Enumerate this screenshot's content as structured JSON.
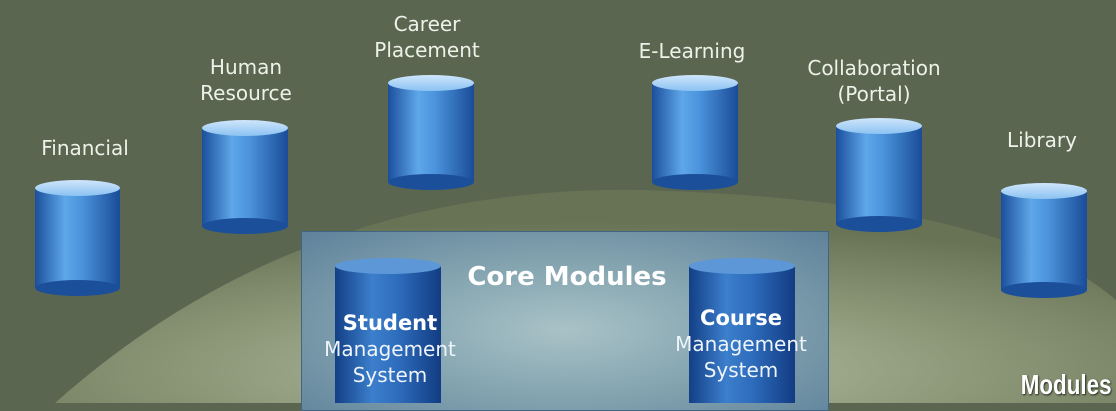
{
  "diagram": {
    "surrounding_modules": [
      {
        "id": "financial",
        "lines": [
          "Financial"
        ]
      },
      {
        "id": "human-resource",
        "lines": [
          "Human",
          "Resource"
        ]
      },
      {
        "id": "career-placement",
        "lines": [
          "Career",
          "Placement"
        ]
      },
      {
        "id": "e-learning",
        "lines": [
          "E-Learning"
        ]
      },
      {
        "id": "collaboration",
        "lines": [
          "Collaboration",
          "(Portal)"
        ]
      },
      {
        "id": "library",
        "lines": [
          "Library"
        ]
      }
    ],
    "core": {
      "title": "Core Modules",
      "student": {
        "name": "Student",
        "line1": "Management",
        "line2": "System"
      },
      "course": {
        "name": "Course",
        "line1": "Management",
        "line2": "System"
      }
    },
    "corner_label": "Modules"
  },
  "colors": {
    "background": "#5b6651",
    "dome": "#8a9574",
    "cylinder_light": "#6fb0ec",
    "cylinder_dark": "#1d56a6",
    "core_box": "#86a6b1"
  }
}
